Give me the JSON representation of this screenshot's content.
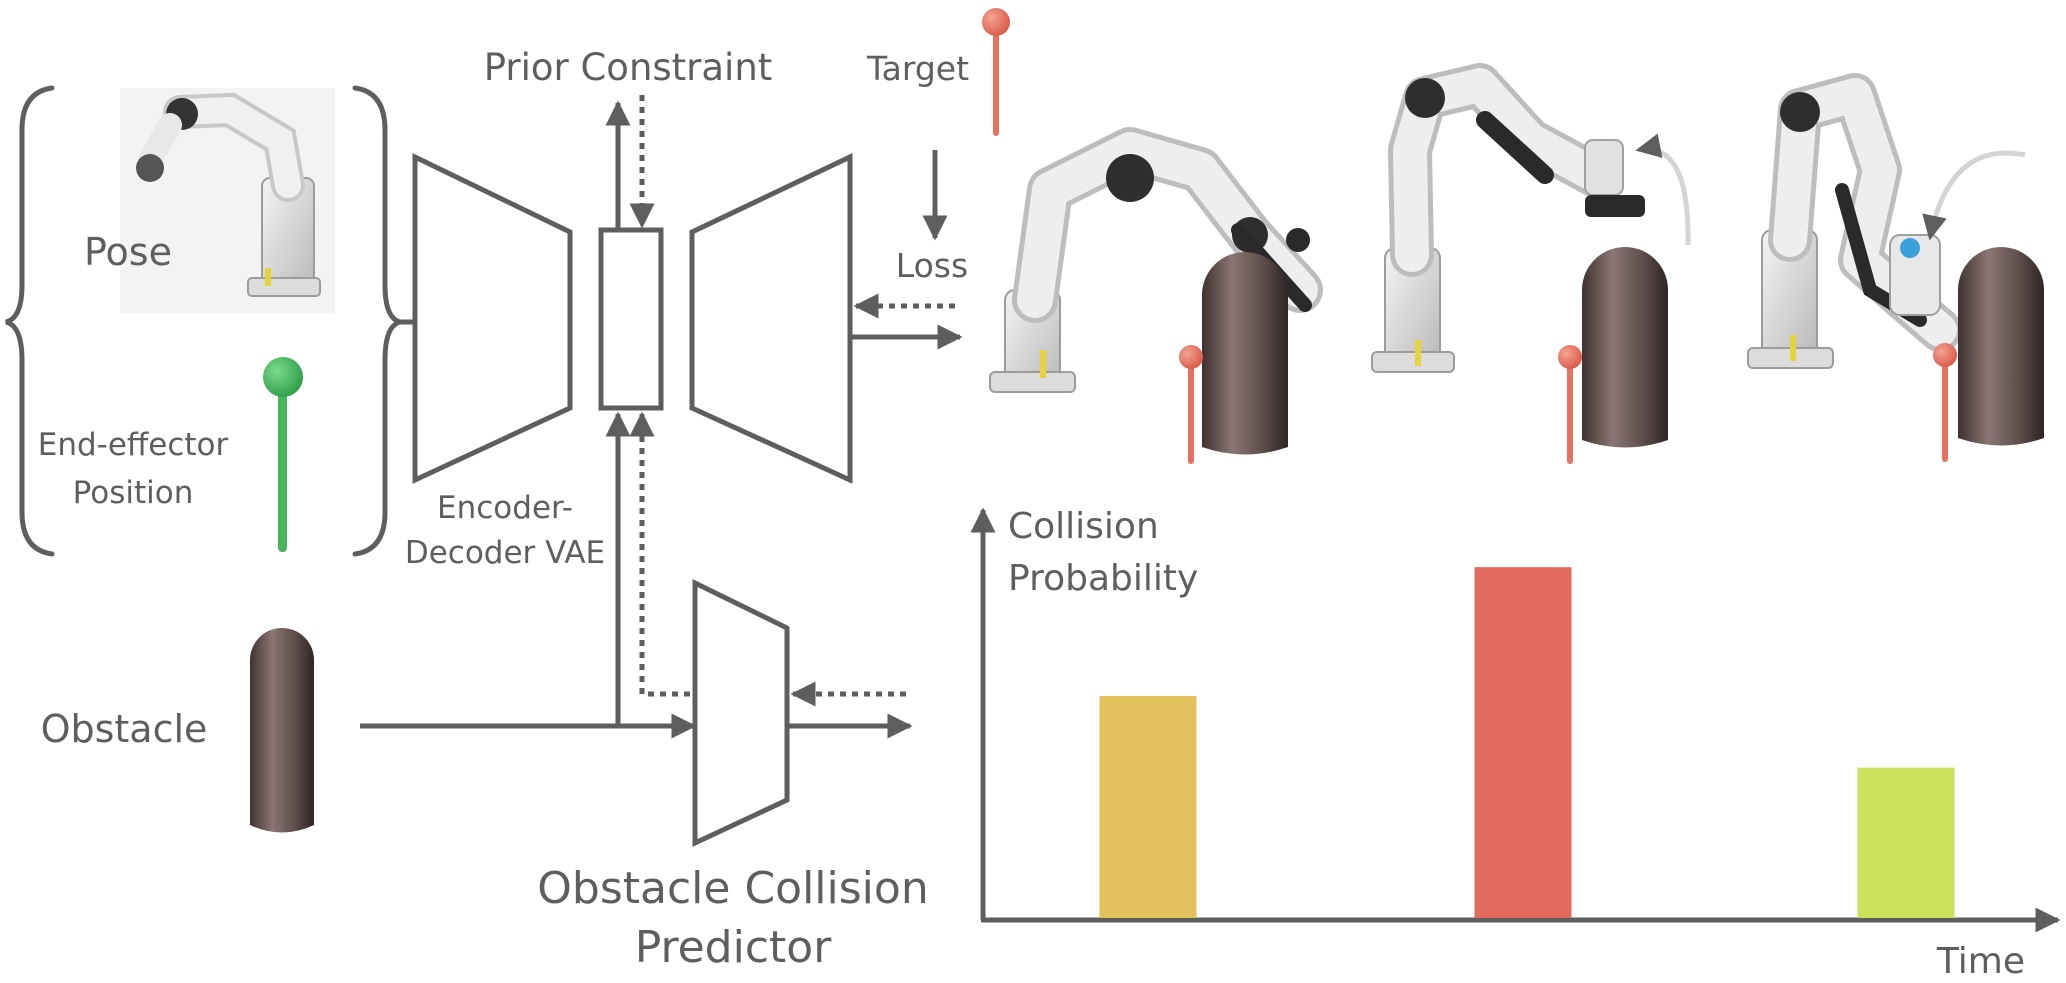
{
  "labels": {
    "pose": "Pose",
    "end_effector_line1": "End-effector",
    "end_effector_line2": "Position",
    "obstacle": "Obstacle",
    "encoder_line1": "Encoder-",
    "encoder_line2": "Decoder VAE",
    "prior_constraint": "Prior Constraint",
    "target": "Target",
    "loss": "Loss",
    "predictor_line1": "Obstacle Collision",
    "predictor_line2": "Predictor"
  },
  "colors": {
    "stroke": "#5e5e5e",
    "end_effector_ball": "#2e9e4a",
    "target_ball": "#e8705e",
    "obstacle": "#6e5a58"
  },
  "chart_data": {
    "type": "bar",
    "ylabel_line1": "Collision",
    "ylabel_line2": "Probability",
    "xlabel": "Time",
    "ylim": [
      0,
      1
    ],
    "bars": [
      {
        "value": 0.62,
        "color": "#e3c25e"
      },
      {
        "value": 0.98,
        "color": "#e36b5e"
      },
      {
        "value": 0.42,
        "color": "#cde05e"
      }
    ]
  }
}
